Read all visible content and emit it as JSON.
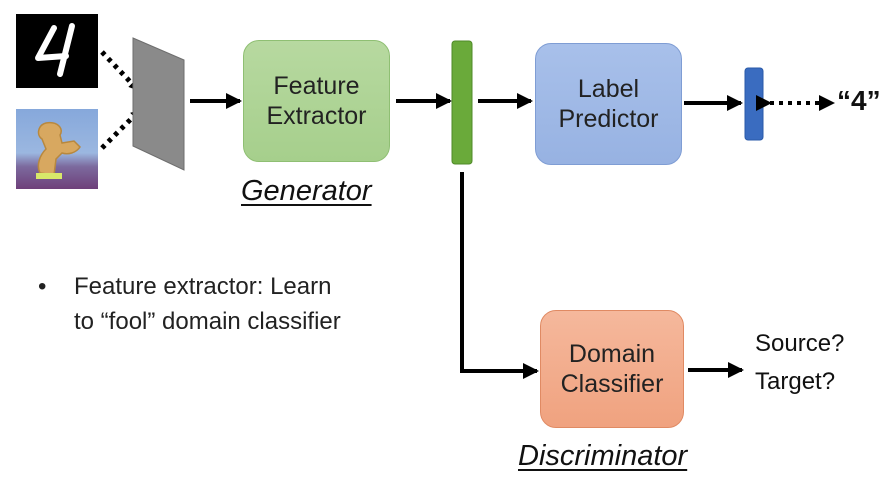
{
  "blocks": {
    "feature_extractor": {
      "line1": "Feature",
      "line2": "Extractor"
    },
    "label_predictor": {
      "line1": "Label",
      "line2": "Predictor"
    },
    "domain_classifier": {
      "line1": "Domain",
      "line2": "Classifier"
    }
  },
  "roles": {
    "generator": "Generator",
    "discriminator": "Discriminator"
  },
  "prediction_output": "“4”",
  "domain_output": {
    "line1": "Source?",
    "line2": "Target?"
  },
  "bullet": {
    "symbol": "•",
    "line1": "Feature extractor: Learn",
    "line2": "to “fool” domain classifier"
  },
  "colors": {
    "feature_extractor": "#a6cf8c",
    "label_predictor": "#97b2e2",
    "domain_classifier": "#f0a27f",
    "feature_vector": "#6aaa3a",
    "label_vector": "#3a6cc0"
  }
}
